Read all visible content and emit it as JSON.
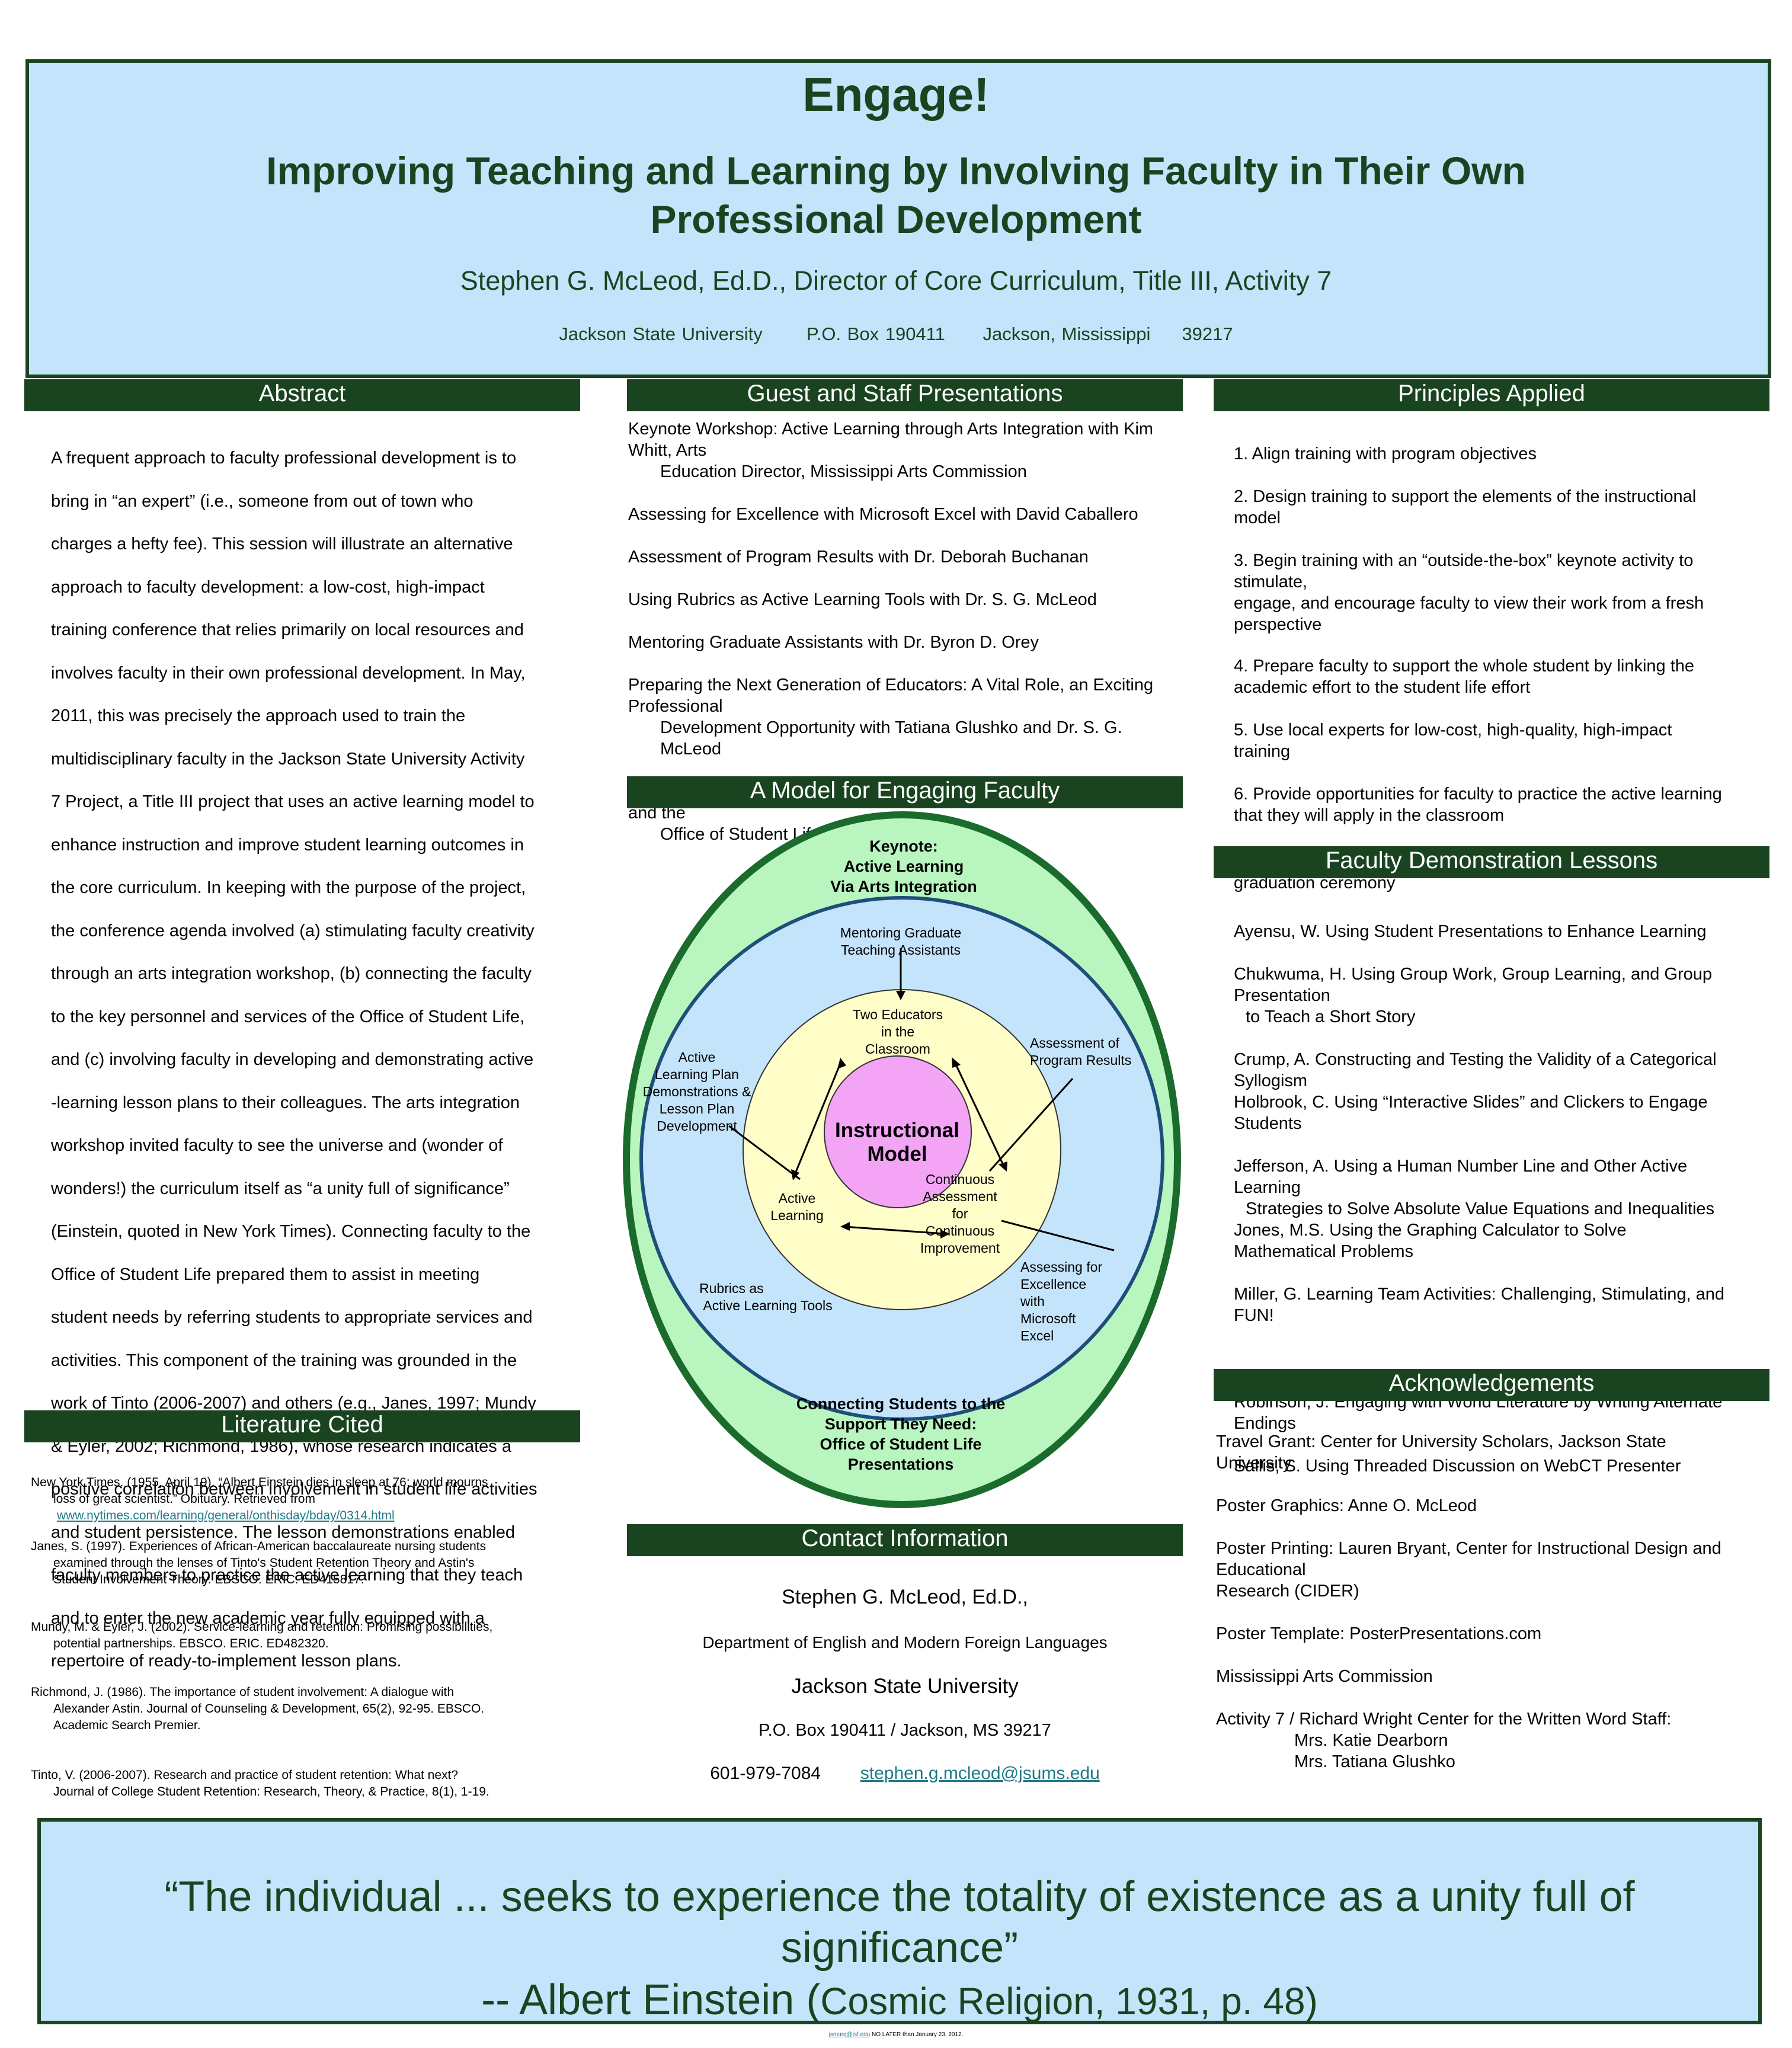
{
  "header": {
    "title": "Engage!",
    "subtitle_line1": "Improving Teaching and Learning by Involving Faculty in Their Own",
    "subtitle_line2": "Professional Development",
    "author": "Stephen G. McLeod, Ed.D., Director of Core Curriculum, Title III, Activity 7",
    "institution": "Jackson State University",
    "address": "P.O. Box 190411",
    "city": "Jackson, Mississippi",
    "zip": "39217"
  },
  "abstract": {
    "heading": "Abstract",
    "lines": [
      "A frequent approach to faculty professional development is to",
      "bring in “an expert” (i.e., someone from out of town who",
      "charges a hefty fee). This session will illustrate an alternative",
      "approach to faculty development: a low-cost, high-impact",
      "training conference that relies primarily on local resources and",
      "involves faculty in their own professional development. In May,",
      "2011, this was precisely the approach used to train the",
      "multidisciplinary faculty in the Jackson State University Activity",
      "7 Project, a Title III project that uses an active learning model to",
      "enhance instruction and improve student learning outcomes in",
      "the core curriculum. In keeping with the purpose of the project,",
      "the conference agenda involved (a) stimulating faculty creativity",
      "through an arts integration workshop, (b) connecting the faculty",
      "to the key personnel and services of the Office of Student Life,",
      "and (c) involving faculty in developing and demonstrating active",
      "-learning lesson plans to their colleagues. The arts integration",
      "workshop invited faculty to see the universe and (wonder of",
      "wonders!) the curriculum itself as “a unity full of significance”",
      "(Einstein, quoted in New York Times). Connecting faculty to the",
      "Office of Student Life prepared them to assist in meeting",
      "student needs by referring students to appropriate services and",
      "activities. This component of the training was grounded in the",
      "work of Tinto (2006-2007) and others (e.g., Janes, 1997; Mundy",
      "& Eyler, 2002; Richmond, 1986), whose research indicates a",
      "positive correlation between involvement in student life activities",
      "and student persistence. The lesson demonstrations enabled",
      "faculty members to practice the active learning that they teach",
      "and to enter the new academic year fully equipped with a",
      "repertoire of ready-to-implement lesson plans."
    ]
  },
  "literature": {
    "heading": "Literature Cited",
    "entries": [
      {
        "main": "New York Times. (1955, April 19). “Albert Einstein dies in sleep at 76; world mourns",
        "cont": "loss of great scientist.” Obituary. Retrieved from",
        "link": "www.nytimes.com/learning/general/onthisday/bday/0314.html"
      },
      {
        "main": "Janes, S. (1997). Experiences of African-American baccalaureate nursing students",
        "cont": "examined through the lenses of Tinto's Student Retention Theory and Astin's",
        "cont2": "Student Involvement Theory. EBSCO. ERIC. ED415817."
      },
      {
        "main": "Mundy, M. & Eyler, J. (2002). Service-learning and retention: Promising possibilities,",
        "cont": "potential partnerships. EBSCO. ERIC. ED482320."
      },
      {
        "main": "Richmond, J. (1986). The importance of student involvement: A dialogue with",
        "cont": "Alexander Astin. Journal of Counseling & Development, 65(2), 92-95. EBSCO.",
        "cont2": "Academic Search Premier."
      },
      {
        "main": "Tinto, V. (2006-2007). Research and practice of student retention: What next?",
        "cont": "Journal of College Student Retention: Research, Theory, & Practice, 8(1), 1-19."
      }
    ]
  },
  "guest": {
    "heading": "Guest and Staff Presentations",
    "items": [
      {
        "line": "Keynote Workshop: Active Learning through Arts Integration with Kim Whitt, Arts",
        "cont": "Education Director, Mississippi Arts Commission"
      },
      {
        "line": "Assessing for Excellence with Microsoft Excel with David Caballero"
      },
      {
        "line": "Assessment of Program Results with Dr. Deborah Buchanan"
      },
      {
        "line": "Using Rubrics as Active Learning Tools with Dr. S. G. McLeod"
      },
      {
        "line": "Mentoring Graduate Assistants with Dr. Byron D. Orey"
      },
      {
        "line": "Preparing the Next Generation of Educators: A Vital Role, an Exciting Professional",
        "cont": "Development Opportunity with Tatiana Glushko and Dr. S. G. McLeod"
      },
      {
        "line": "Connecting Students to the Support They Need with Dr. Marcus Chaney and the",
        "cont": "Office of Student Life Staff"
      }
    ]
  },
  "model": {
    "heading": "A Model for Engaging Faculty",
    "keynote": "Keynote:",
    "keynote2": "Active Learning",
    "keynote3": "Via Arts Integration",
    "mentoring": "Mentoring Graduate",
    "mentoring2": "Teaching Assistants",
    "two_educators": "Two Educators",
    "two_educators2": "in the",
    "two_educators3": "Classroom",
    "assessment_program": "Assessment of",
    "assessment_program2": "Program Results",
    "active_plan": "Active",
    "active_plan2": "Learning Plan",
    "active_plan3": "Demonstrations &",
    "active_plan4": "Lesson Plan",
    "active_plan5": "Development",
    "center": "Instructional",
    "center2": "Model",
    "active_learning": "Active",
    "active_learning2": "Learning",
    "continuous": "Continuous",
    "continuous2": "Assessment",
    "continuous3": "for",
    "continuous4": "Continuous",
    "continuous5": "Improvement",
    "rubrics": "Rubrics as",
    "rubrics2": "Active Learning Tools",
    "excel": "Assessing for",
    "excel2": "Excellence",
    "excel3": "with",
    "excel4": "Microsoft",
    "excel5": "Excel",
    "connecting": "Connecting Students to the",
    "connecting2": "Support They Need:",
    "connecting3": "Office of Student Life",
    "connecting4": "Presentations",
    "colors": {
      "outer": "#b9f6bf",
      "middle": "#c4e4fb",
      "inner": "#fffdc8",
      "core": "#f3a4f5",
      "stroke": "#1a6b2c",
      "stroke2": "#1e4f7a"
    }
  },
  "contact": {
    "heading": "Contact Information",
    "name": "Stephen G. McLeod, Ed.D.,",
    "dept": "Department of English and Modern Foreign Languages",
    "university": "Jackson State University",
    "address": "P.O. Box 190411  / Jackson, MS 39217",
    "phone": "601-979-7084",
    "email": "stephen.g.mcleod@jsums.edu"
  },
  "principles": {
    "heading": "Principles Applied",
    "items": [
      [
        "1. Align training with program objectives"
      ],
      [
        "2. Design training to support the elements of the instructional",
        "model"
      ],
      [
        "3. Begin training with an “outside-the-box” keynote activity to",
        "stimulate,",
        "engage, and encourage faculty to view their work from a fresh",
        "perspective"
      ],
      [
        "4. Prepare faculty to support the whole student by linking the",
        "academic effort to the student life effort"
      ],
      [
        "5. Use local experts for low-cost, high-quality, high-impact",
        "training"
      ],
      [
        "6. Provide opportunities for faculty to practice the active learning",
        "that they will apply in the classroom"
      ]
    ]
  },
  "demo": {
    "heading": "Faculty Demonstration Lessons",
    "overflow": "graduation ceremony",
    "items": [
      [
        "Ayensu, W. Using Student Presentations to Enhance Learning"
      ],
      [
        "Chukwuma, H. Using Group Work, Group Learning, and Group",
        "Presentation",
        "   to Teach a Short Story"
      ],
      [
        "Crump, A. Constructing and Testing the Validity of a Categorical",
        "Syllogism"
      ],
      [
        "Holbrook, C. Using “Interactive Slides” and Clickers to Engage",
        "Students"
      ],
      [
        "Jefferson, A. Using a Human Number Line and Other Active",
        "Learning",
        "   Strategies to Solve Absolute Value Equations and Inequalities"
      ],
      [
        "Jones, M.S. Using the Graphing Calculator to Solve",
        "Mathematical Problems"
      ],
      [
        "Miller, G. Learning Team Activities: Challenging, Stimulating, and",
        "FUN!"
      ],
      [
        "Robinson, J. Engaging with World Literature by Writing Alternate",
        "Endings"
      ],
      [
        "Sallis, S. Using Threaded Discussion on WebCT Presenter"
      ]
    ]
  },
  "ack": {
    "heading": "Acknowledgements",
    "items": [
      [
        "Travel Grant: Center for University Scholars, Jackson State",
        "University"
      ],
      [
        "Poster Graphics: Anne O. McLeod"
      ],
      [
        "Poster Printing: Lauren Bryant, Center for Instructional Design and",
        "Educational",
        "Research (CIDER)"
      ],
      [
        "Poster Template: PosterPresentations.com"
      ],
      [
        "Mississippi Arts Commission"
      ],
      [
        "Activity 7 / Richard Wright Center for the Written Word Staff:",
        "Mrs. Katie Dearborn",
        "Mrs. Tatiana Glushko"
      ]
    ]
  },
  "quote": {
    "line1": "“The individual ... seeks to experience the totality of existence as a unity full of",
    "line2": "significance”",
    "line3a": "-- Albert Einstein (",
    "line3b": "Cosmic Religion, 1931, p. 48)"
  },
  "footer": {
    "link": "jsmurg@jsf.edu",
    "text": "NO LATER than January 23, 2012."
  }
}
